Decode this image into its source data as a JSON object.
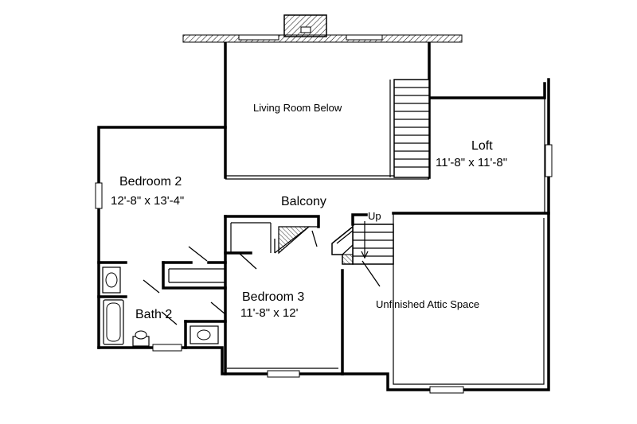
{
  "rooms": {
    "living_room": {
      "label": "Living Room Below"
    },
    "loft": {
      "label": "Loft",
      "size": "11'-8\" x 11'-8\""
    },
    "bedroom2": {
      "label": "Bedroom 2",
      "size": "12'-8\" x 13'-4\""
    },
    "balcony": {
      "label": "Balcony"
    },
    "bedroom3": {
      "label": "Bedroom 3",
      "size": "11'-8\" x 12'"
    },
    "bath2": {
      "label": "Bath 2"
    },
    "attic": {
      "label": "Unfinished Attic Space"
    }
  },
  "stairs": {
    "up_label": "Up"
  }
}
